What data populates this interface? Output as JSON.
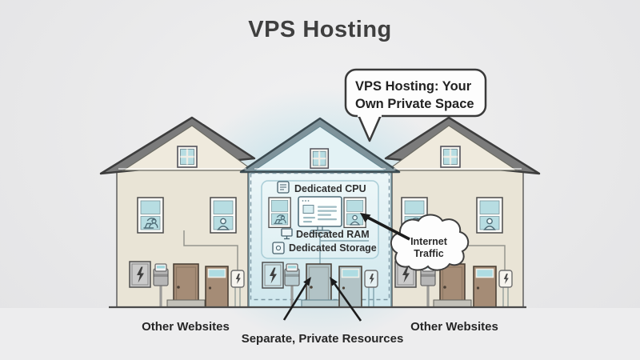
{
  "title": "VPS Hosting",
  "speech_bubble": {
    "line1": "VPS Hosting: Your",
    "line2": "Own Private Space"
  },
  "vps_house": {
    "cpu_label": "Dedicated CPU",
    "ram_label": "Dedicated RAM",
    "storage_label": "Dedicated Storage"
  },
  "cloud": {
    "line1": "Internet",
    "line2": "Traffic"
  },
  "captions": {
    "left_house": "Other Websites",
    "vps_house": "Separate, Private Resources",
    "right_house": "Other Websites"
  },
  "icons": {
    "cpu": "chip-icon",
    "ram": "mini-monitor-icon",
    "storage": "drive-icon",
    "electrical_panel": "lightning-icon",
    "power_box": "lightning-icon",
    "traffic": "cloud-icon",
    "visitors": "person-icon",
    "website": "browser-monitor-icon"
  },
  "colors": {
    "background": "#eaeaea",
    "vps_glow": "#7fcde1",
    "roof_side": "#7b7b7b",
    "roof_vps": "#7e939b",
    "wall_side": "#e9e4d6",
    "wall_vps": "#ddedf2",
    "window_glass": "#b7dde2",
    "door_side": "#a58c76",
    "door_vps": "#b2c3c6",
    "arrow": "#1c1c1c",
    "text": "#333333"
  }
}
